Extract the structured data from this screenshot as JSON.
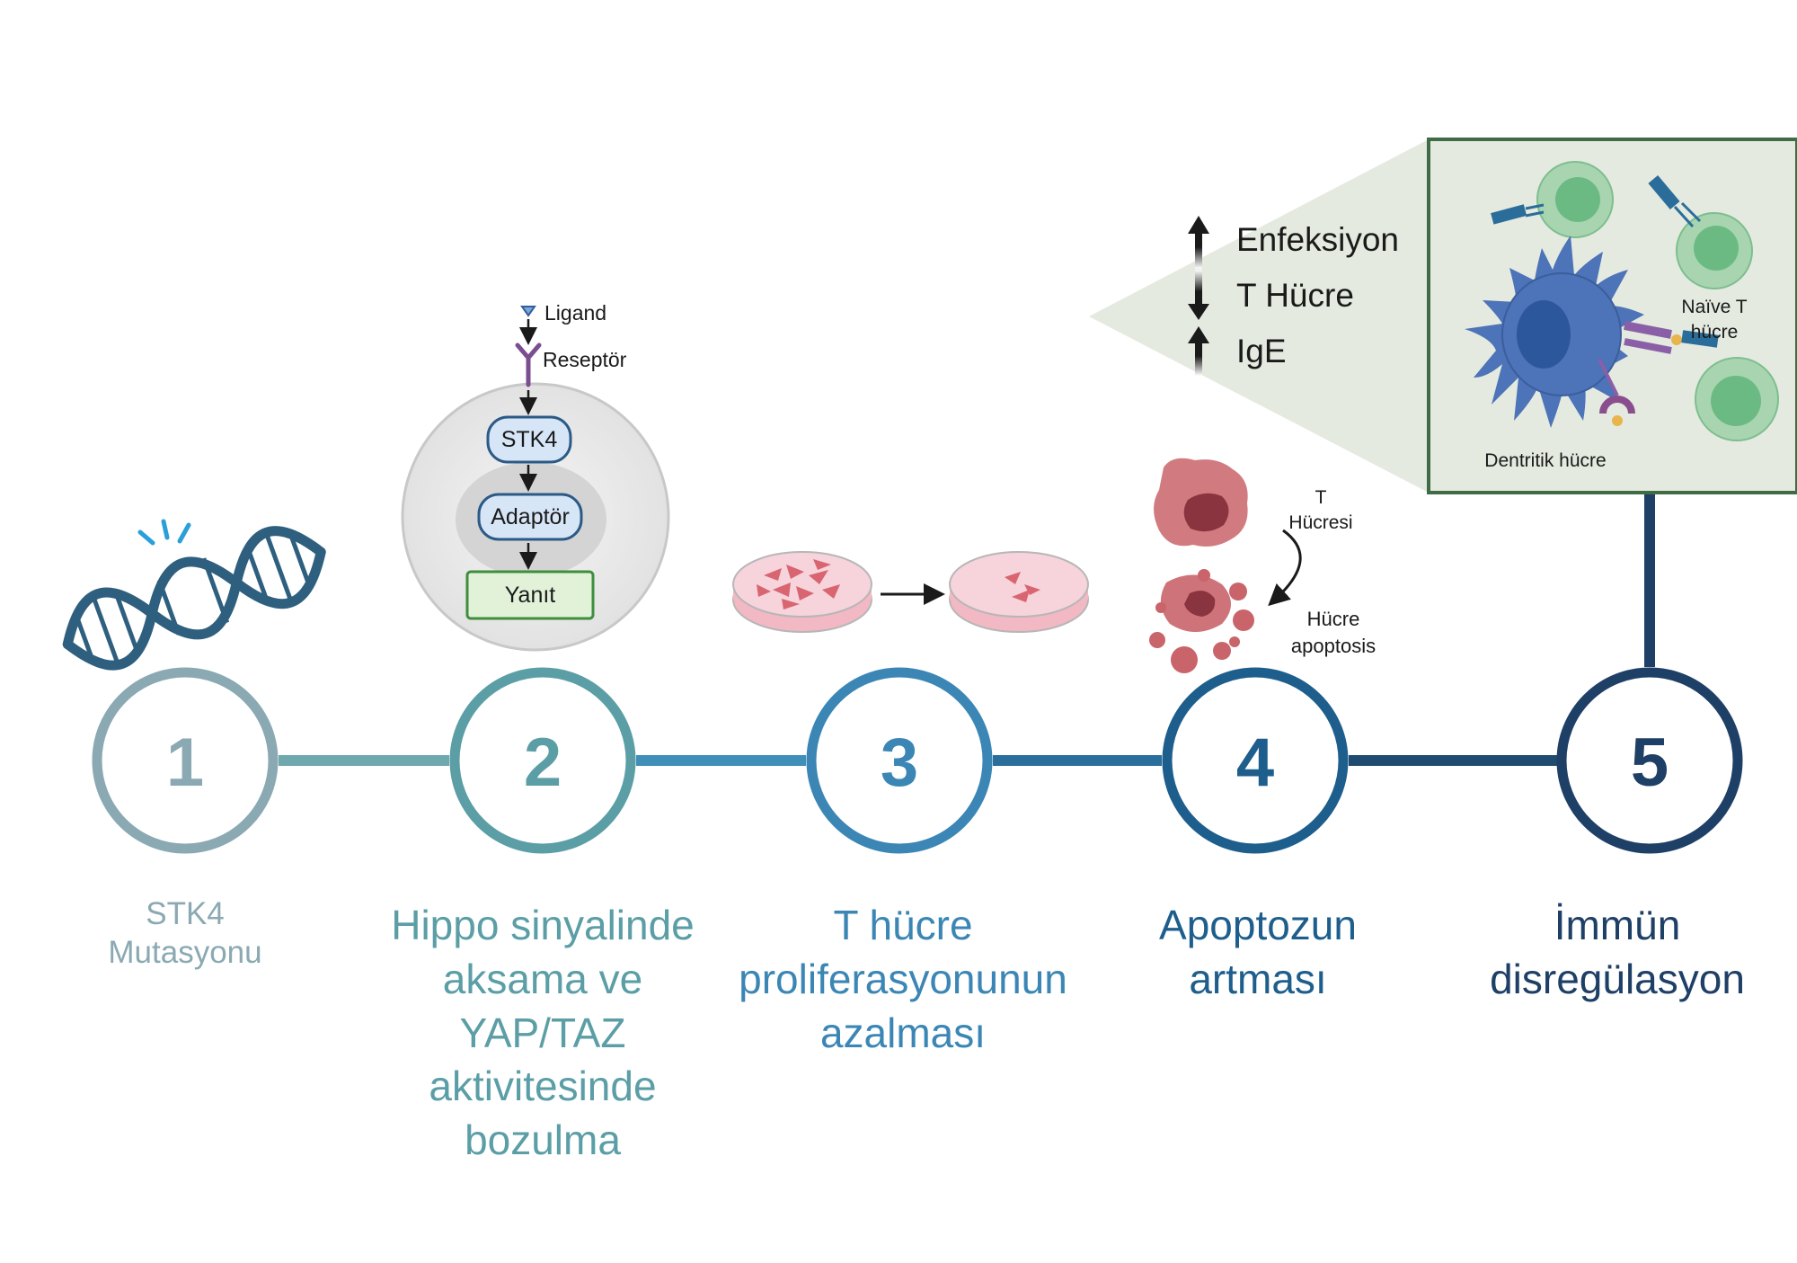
{
  "steps": [
    {
      "number": "1",
      "label_lines": [
        "STK4",
        "Mutasyonu"
      ],
      "color": "#8AA9B2"
    },
    {
      "number": "2",
      "label_lines": [
        "Hippo sinyalinde",
        "aksama ve",
        "YAP/TAZ",
        "aktivitesinde",
        "bozulma"
      ],
      "color": "#5B9EA6"
    },
    {
      "number": "3",
      "label_lines": [
        "T hücre",
        "proliferasyonunun",
        "azalması"
      ],
      "color": "#3B86B5"
    },
    {
      "number": "4",
      "label_lines": [
        "Apoptozun",
        "artması"
      ],
      "color": "#1E5E8C"
    },
    {
      "number": "5",
      "label_lines": [
        "İmmün",
        "disregülasyon"
      ],
      "color": "#1E3F66"
    }
  ],
  "pathway": {
    "ligand": "Ligand",
    "receptor": "Reseptör",
    "stk4": "STK4",
    "adaptor": "Adaptör",
    "response": "Yanıt"
  },
  "apoptosis": {
    "t_cell_line1": "T",
    "t_cell_line2": "Hücresi",
    "apoptosis_line1": "Hücre",
    "apoptosis_line2": "apoptosis"
  },
  "effects": [
    {
      "direction": "up",
      "label": "Enfeksiyon"
    },
    {
      "direction": "down",
      "label": "T Hücre"
    },
    {
      "direction": "up",
      "label": "IgE"
    }
  ],
  "inset": {
    "naive_line1": "Naïve T",
    "naive_line2": "hücre",
    "dendritic": "Dentritik hücre"
  },
  "colors": {
    "panel_fill": "#E4EADF",
    "panel_border": "#3F6B45",
    "t_cell_outer": "#A8D5B0",
    "t_cell_inner": "#6BBA84",
    "dendritic": "#4D73B8",
    "apoptotic_cell": "#C9646A",
    "petri_medium": "#F7C9D2",
    "receptor": "#7A4E8F",
    "stk4_fill": "#D6E6F7",
    "response_fill": "#E2F2D9",
    "response_border": "#3F8E3C"
  }
}
